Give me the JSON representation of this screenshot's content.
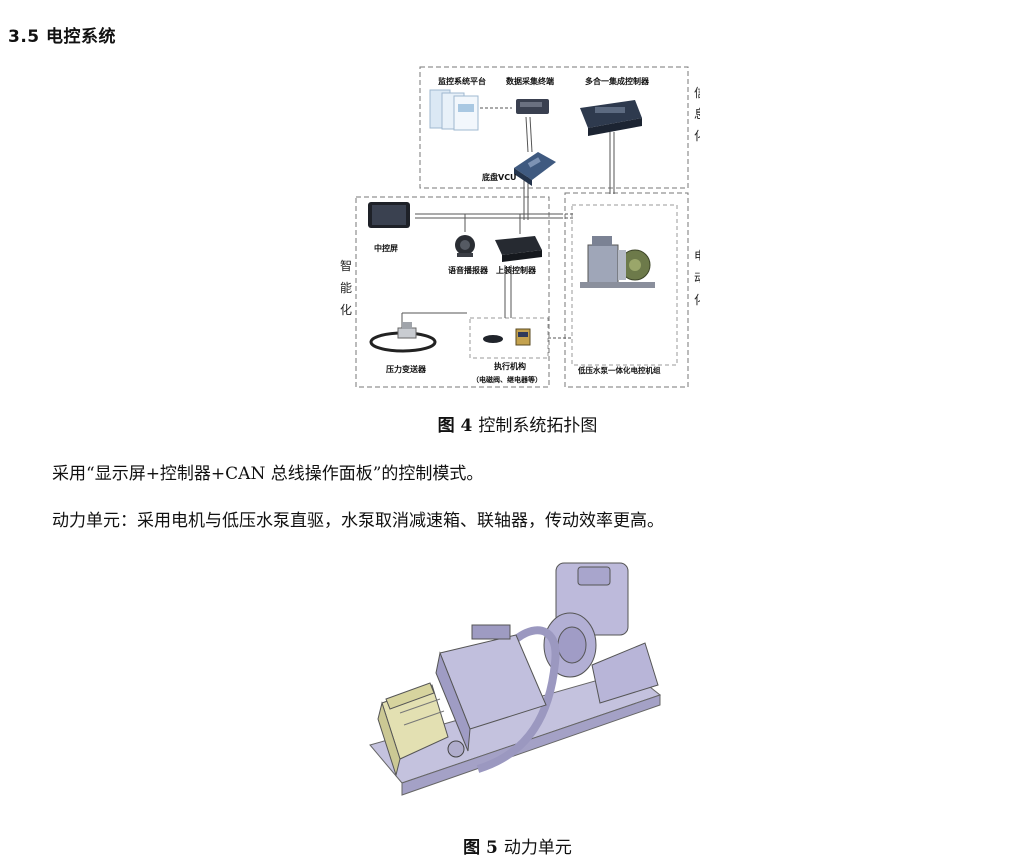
{
  "section_heading": "3.5 电控系统",
  "figure4": {
    "number": "图 4",
    "title": "控制系统拓扑图",
    "groups": {
      "info": "信息化",
      "smart": "智能化",
      "electric": "电动化"
    },
    "components": {
      "monitor_platform": "监控系统平台",
      "data_terminal": "数据采集终端",
      "integrated_controller": "多合一集成控制器",
      "chassis_vcu": "底盘VCU",
      "center_screen": "中控屏",
      "voice_announcer": "语音播报器",
      "upper_controller": "上装控制器",
      "pressure_transmitter": "压力变送器",
      "actuator": "执行机构",
      "actuator_note": "（电磁阀、继电器等）",
      "pump_unit": "低压水泵一体化电控机组"
    }
  },
  "paragraph1": "采用“显示屏+控制器+CAN 总线操作面板”的控制模式。",
  "paragraph2": "动力单元：采用电机与低压水泵直驱，水泵取消减速箱、联轴器，传动效率更高。",
  "figure5": {
    "number": "图 5",
    "title": "动力单元"
  },
  "colors": {
    "dash_border": "#777777",
    "machine_body": "#b9b7d6",
    "machine_dark": "#8b88b2",
    "motor_box": "#e2e0b0",
    "device_dark": "#2a2f3a"
  }
}
